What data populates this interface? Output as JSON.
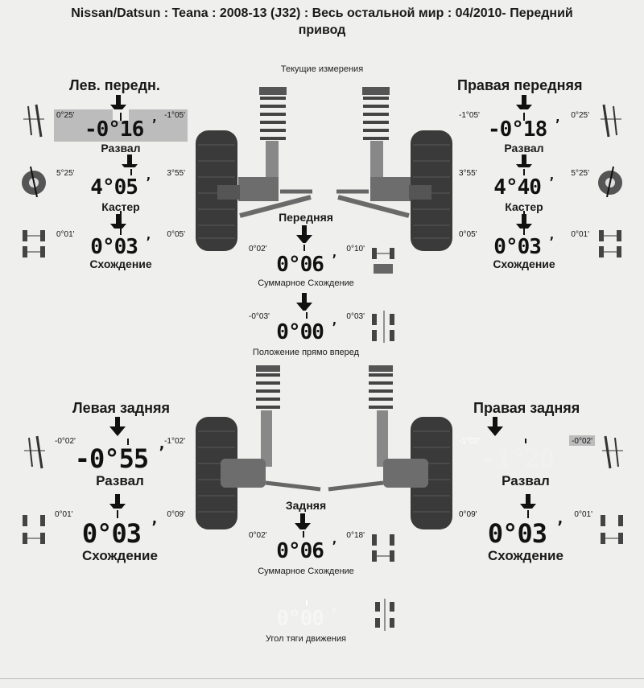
{
  "header": {
    "title_line1": "Nissan/Datsun : Teana : 2008-13 (J32) : Весь остальной мир : 04/2010-   Передний",
    "title_line2": "привод"
  },
  "current_measurements": "Текущие измерения",
  "front": {
    "left_title": "Лев. передн.",
    "right_title": "Правая передняя",
    "axle_title": "Передняя",
    "left_camber": {
      "min": "0°25'",
      "max": "-1°05'",
      "value": "-0°16",
      "label": "Развал"
    },
    "left_caster": {
      "min": "5°25'",
      "max": "3°55'",
      "value": "4°05",
      "label": "Кастер"
    },
    "left_toe": {
      "min": "0°01'",
      "max": "0°05'",
      "value": "0°03",
      "label": "Схождение"
    },
    "right_camber": {
      "min": "-1°05'",
      "max": "0°25'",
      "value": "-0°18",
      "label": "Развал"
    },
    "right_caster": {
      "min": "3°55'",
      "max": "5°25'",
      "value": "4°40",
      "label": "Кастер"
    },
    "right_toe": {
      "min": "0°05'",
      "max": "0°01'",
      "value": "0°03",
      "label": "Схождение"
    },
    "total_toe": {
      "min": "0°02'",
      "max": "0°10'",
      "value": "0°06",
      "label": "Суммарное Схождение"
    },
    "straight_ahead": {
      "min": "-0°03'",
      "max": "0°03'",
      "value": "0°00",
      "label": "Положение прямо вперед"
    }
  },
  "rear": {
    "left_title": "Левая задняя",
    "right_title": "Правая задняя",
    "axle_title": "Задняя",
    "left_camber": {
      "min": "-0°02'",
      "max": "-1°02'",
      "value": "-0°55",
      "label": "Развал"
    },
    "left_toe": {
      "min": "0°01'",
      "max": "0°09'",
      "value": "0°03",
      "label": "Схождение"
    },
    "right_camber": {
      "min": "-1°02'",
      "max": "-0°02'",
      "value": "-1°20",
      "label": "Развал"
    },
    "right_toe": {
      "min": "0°09'",
      "max": "0°01'",
      "value": "0°03",
      "label": "Схождение"
    },
    "total_toe": {
      "min": "0°02'",
      "max": "0°18'",
      "value": "0°06",
      "label": "Суммарное Схождение"
    },
    "thrust_angle": {
      "value": "0°00",
      "label": "Угол тяги движения"
    }
  },
  "colors": {
    "gauge_in_range": "#bcbcbc",
    "gauge_out_of_range": "#6b6b6b",
    "gauge_no_range": "#9a9a9a",
    "background": "#efefed"
  },
  "icons": [
    "camber-icon",
    "caster-icon",
    "toe-icon",
    "arrow-down-icon",
    "wheel-icon",
    "strut-icon"
  ]
}
